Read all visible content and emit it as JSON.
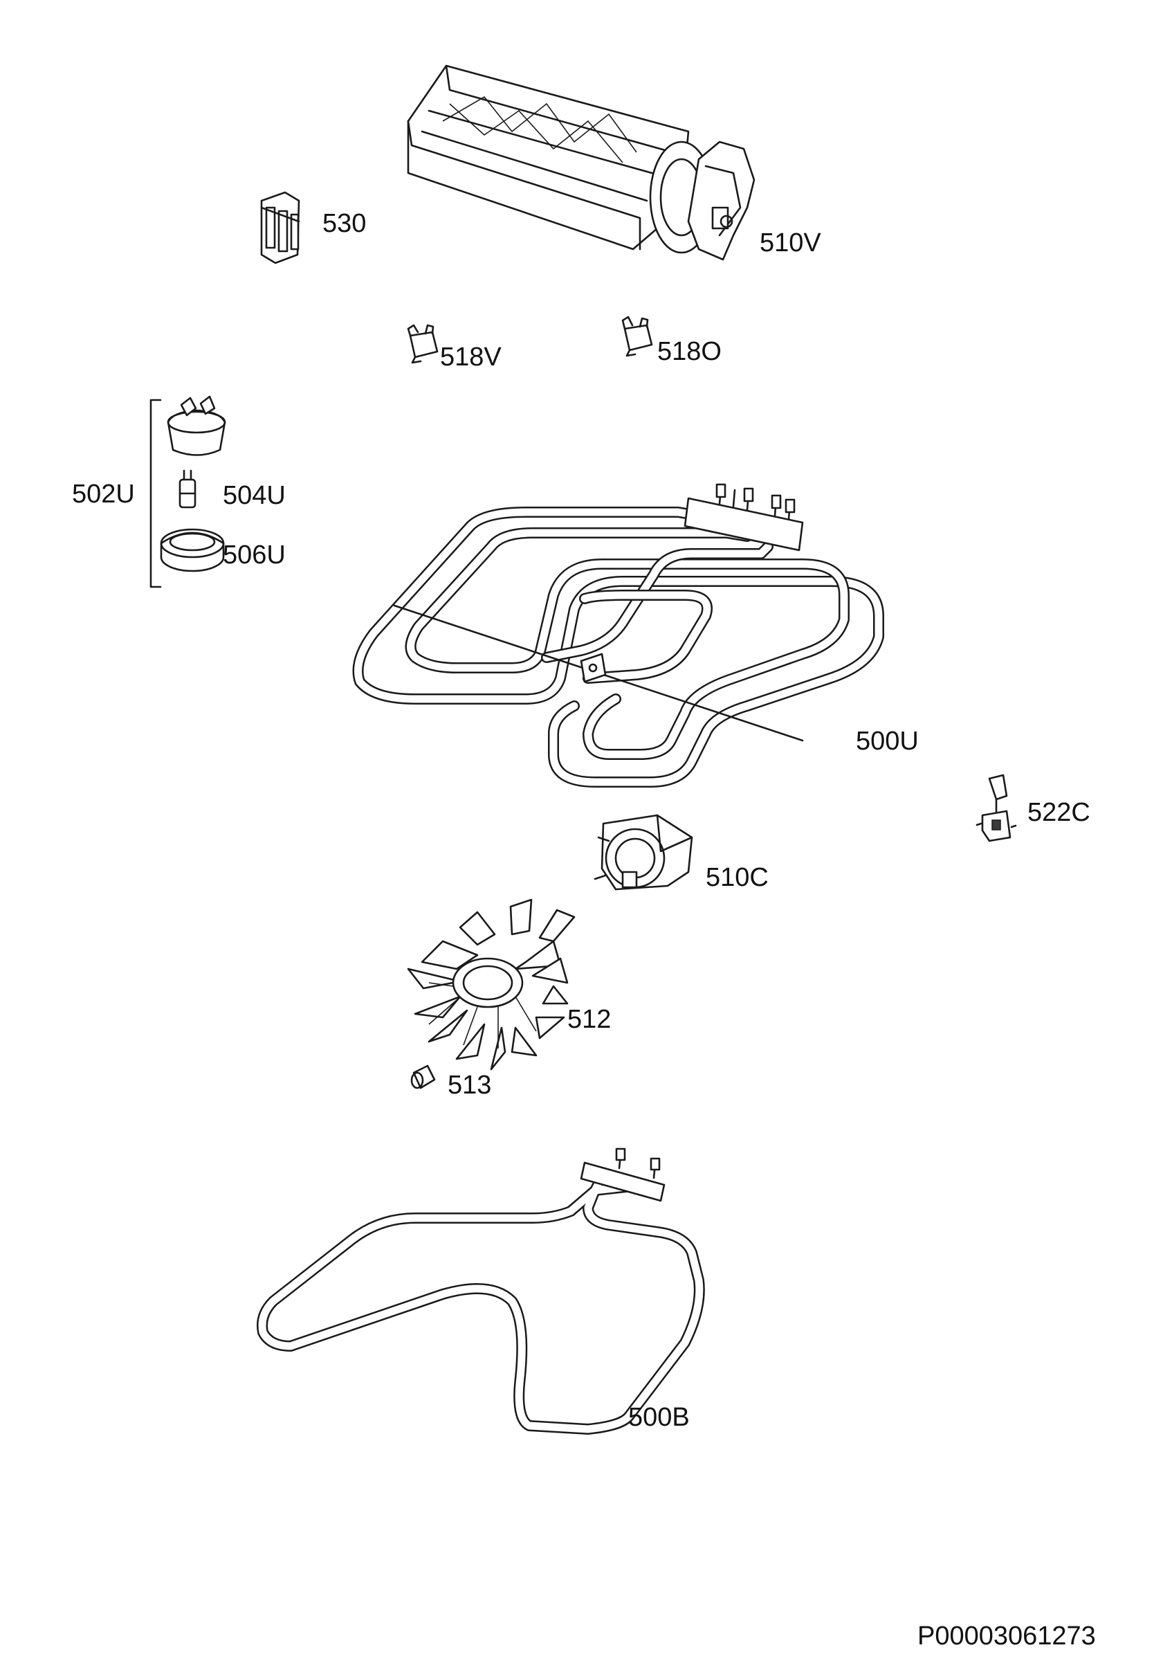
{
  "labels": {
    "p530": "530",
    "p510v": "510V",
    "p518v": "518V",
    "p518o": "518O",
    "p502u": "502U",
    "p504u": "504U",
    "p506u": "506U",
    "p500u": "500U",
    "p522c": "522C",
    "p510c": "510C",
    "p512": "512",
    "p513": "513",
    "p500b": "500B"
  },
  "drawing_number": "P00003061273"
}
